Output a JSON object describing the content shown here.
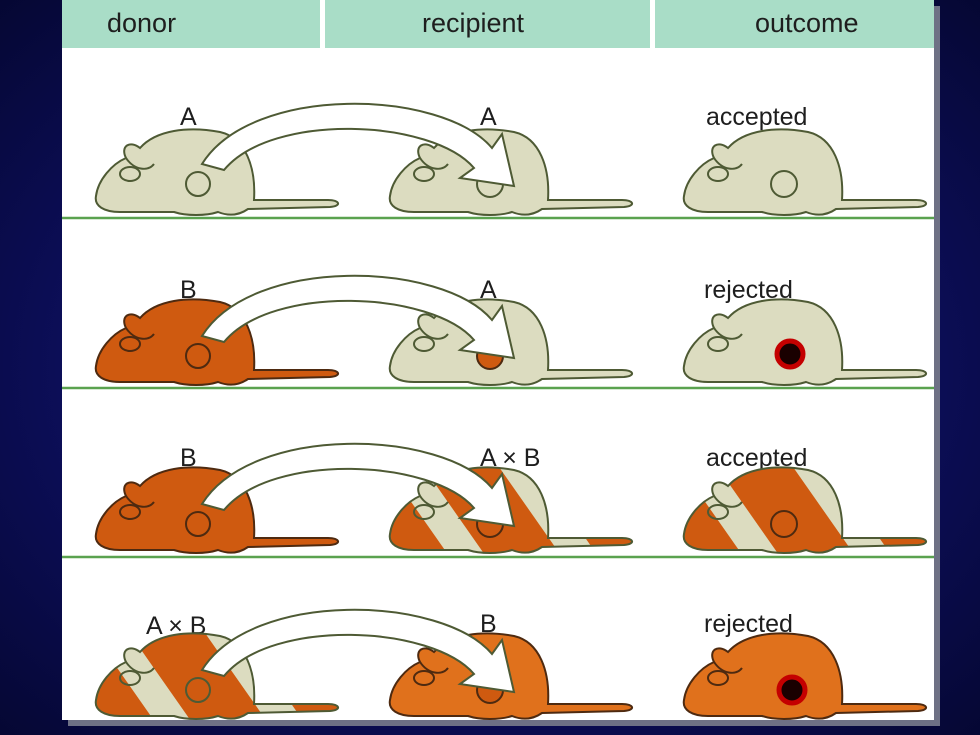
{
  "headers": {
    "donor": "donor",
    "recipient": "recipient",
    "outcome": "outcome"
  },
  "colors": {
    "header_bg": "#a9ddc7",
    "strain_A": "#dcdcc0",
    "strain_B": "#cf5a10",
    "strain_B_light": "#e0711c",
    "outline": "#4e5a34",
    "divider": "#5aa24f",
    "rejection": "#c40000"
  },
  "rows": [
    {
      "donor_label": "A",
      "recipient_label": "A",
      "outcome_label": "accepted"
    },
    {
      "donor_label": "B",
      "recipient_label": "A",
      "outcome_label": "rejected"
    },
    {
      "donor_label": "B",
      "recipient_label": "A × B",
      "outcome_label": "accepted"
    },
    {
      "donor_label": "A × B",
      "recipient_label": "B",
      "outcome_label": "rejected"
    }
  ]
}
